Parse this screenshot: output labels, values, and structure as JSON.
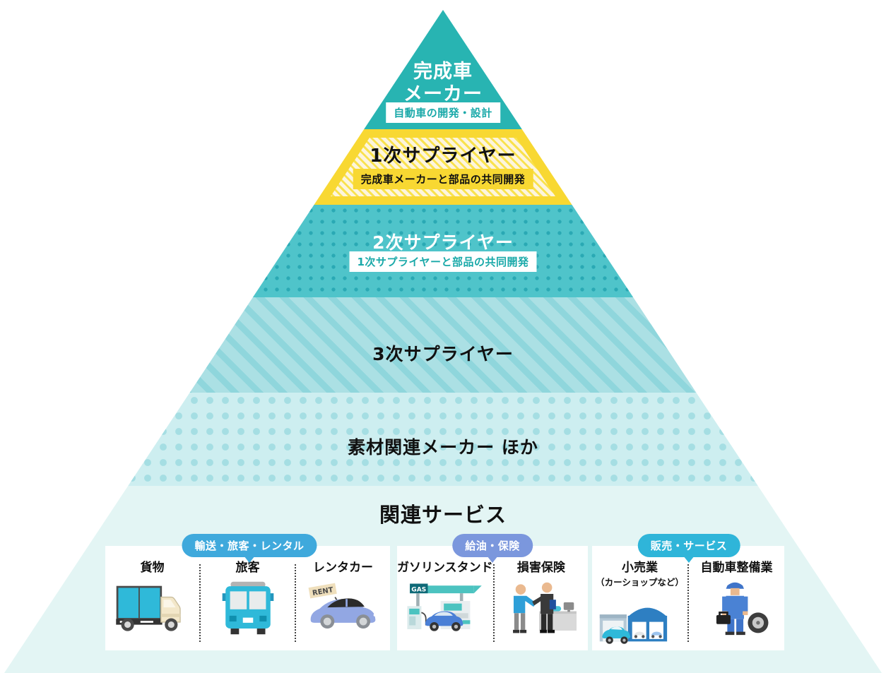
{
  "colors": {
    "teal_solid": "#28b4b2",
    "teal_dots_bg": "#4fc4ca",
    "teal_dots": "#2aa9b4",
    "stripe_bg": "#abe0e4",
    "stripe": "#8fd6dc",
    "light_dots_bg": "#cdeef0",
    "light_dots": "#a5dee3",
    "base_bg": "#e3f5f4",
    "yellow_border": "#f8d832",
    "yellow_stripe": "#f9e24e",
    "cream": "#fdf5dd",
    "badge_transport": "#3fa9dc",
    "badge_fuel": "#7b97dd",
    "badge_sales": "#2fb5d9"
  },
  "pyramid": {
    "levels": [
      {
        "title_line1": "完成車",
        "title_line2": "メーカー",
        "badge": "自動車の開発・設計"
      },
      {
        "title": "1次サプライヤー",
        "badge": "完成車メーカーと部品の共同開発"
      },
      {
        "title": "2次サプライヤー",
        "badge": "1次サプライヤーと部品の共同開発"
      },
      {
        "title": "3次サプライヤー"
      },
      {
        "title": "素材関連メーカー ほか"
      },
      {
        "title": "関連サービス"
      }
    ]
  },
  "services": {
    "groups": [
      {
        "badge": "輸送・旅客・レンタル",
        "badge_color": "#3fa9dc",
        "items": [
          {
            "label": "貨物",
            "icon": "cargo-truck-icon"
          },
          {
            "label": "旅客",
            "icon": "bus-icon"
          },
          {
            "label": "レンタカー",
            "icon": "rental-car-icon",
            "tag": "RENT"
          }
        ]
      },
      {
        "badge": "給油・保険",
        "badge_color": "#7b97dd",
        "items": [
          {
            "label": "ガソリンスタンド",
            "icon": "gas-station-icon",
            "sign": "GAS"
          },
          {
            "label": "損害保険",
            "icon": "insurance-handshake-icon"
          }
        ]
      },
      {
        "badge": "販売・サービス",
        "badge_color": "#2fb5d9",
        "items": [
          {
            "label": "小売業",
            "sublabel": "（カーショップなど）",
            "icon": "car-shop-icon"
          },
          {
            "label": "自動車整備業",
            "icon": "mechanic-icon"
          }
        ]
      }
    ]
  }
}
